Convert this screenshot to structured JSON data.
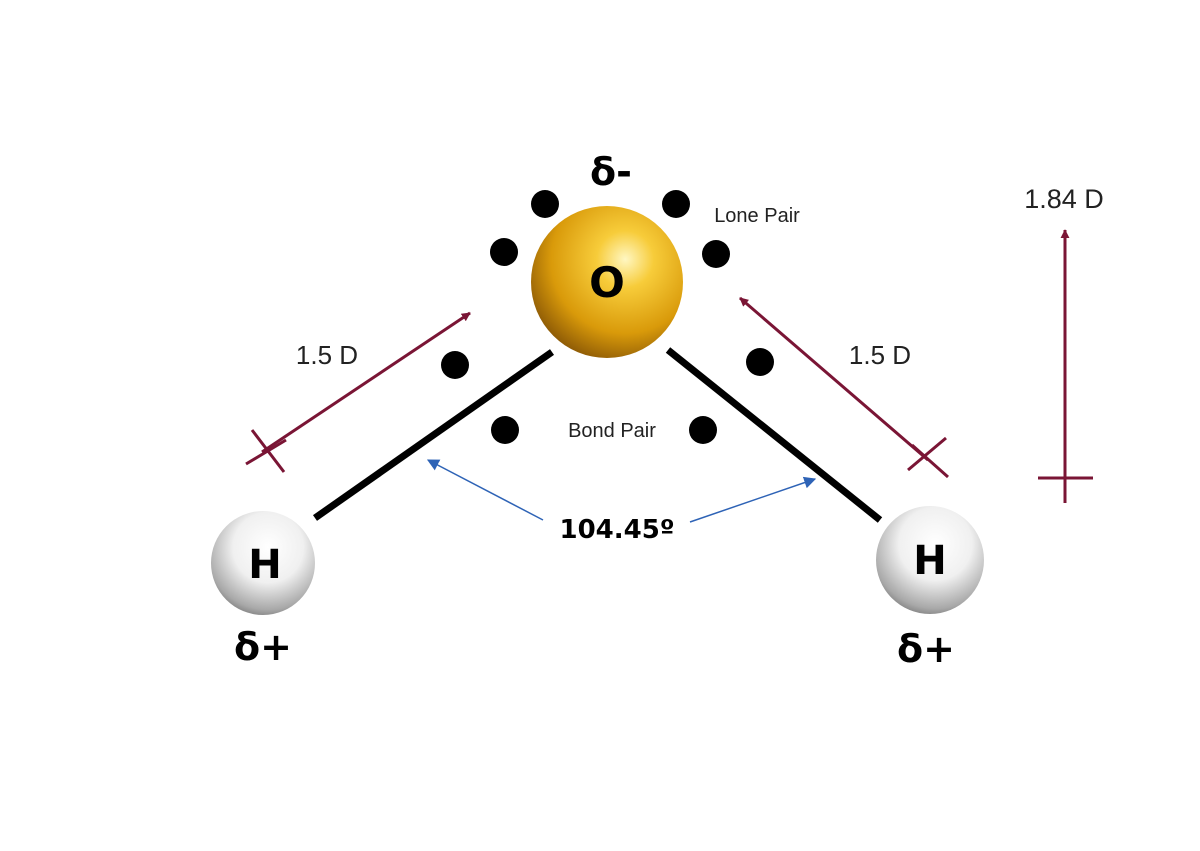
{
  "atoms": {
    "oxygen": {
      "symbol": "O",
      "charge": "δ-",
      "color": "#E0A400"
    },
    "hydrogen_left": {
      "symbol": "H",
      "charge": "δ+"
    },
    "hydrogen_right": {
      "symbol": "H",
      "charge": "δ+"
    }
  },
  "labels": {
    "lone_pair": "Lone Pair",
    "bond_pair": "Bond Pair",
    "bond_angle": "104.45º"
  },
  "dipoles": {
    "left_bond": "1.5 D",
    "right_bond": "1.5 D",
    "net": "1.84 D"
  },
  "colors": {
    "dipole_arrow": "#7A1535",
    "angle_arrow": "#2E63B6",
    "bond_line": "#000000",
    "electron": "#000000"
  }
}
